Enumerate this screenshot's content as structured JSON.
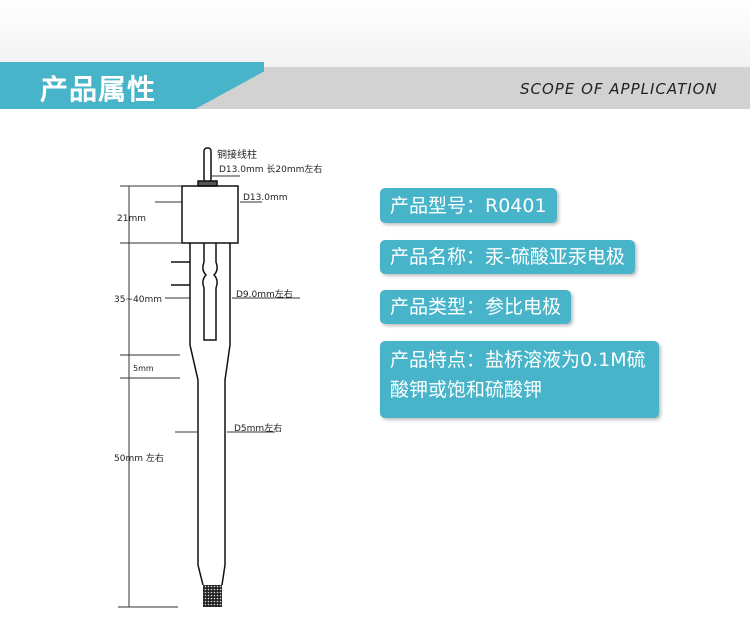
{
  "header": {
    "title": "产品属性",
    "subtitle": "SCOPE OF APPLICATION"
  },
  "diagram": {
    "copper_label": "铜接线柱",
    "rod_dim": "D13.0mm 长20mm左右",
    "head_dim": "D13.0mm",
    "upper_dim": "D9.0mm左右",
    "lower_dim": "D5mm左右",
    "len_head": "21mm",
    "len_upper": "35~40mm",
    "len_taper": "5mm",
    "len_lower": "50mm 左右"
  },
  "properties": [
    {
      "text": "产品型号：R0401"
    },
    {
      "text": "产品名称：汞-硫酸亚汞电极"
    },
    {
      "text": "产品类型：参比电极"
    },
    {
      "text": "产品特点：盐桥溶液为0.1M硫酸钾或饱和硫酸钾"
    }
  ],
  "colors": {
    "accent": "#47b4ca",
    "banner": "#d3d2d3"
  }
}
